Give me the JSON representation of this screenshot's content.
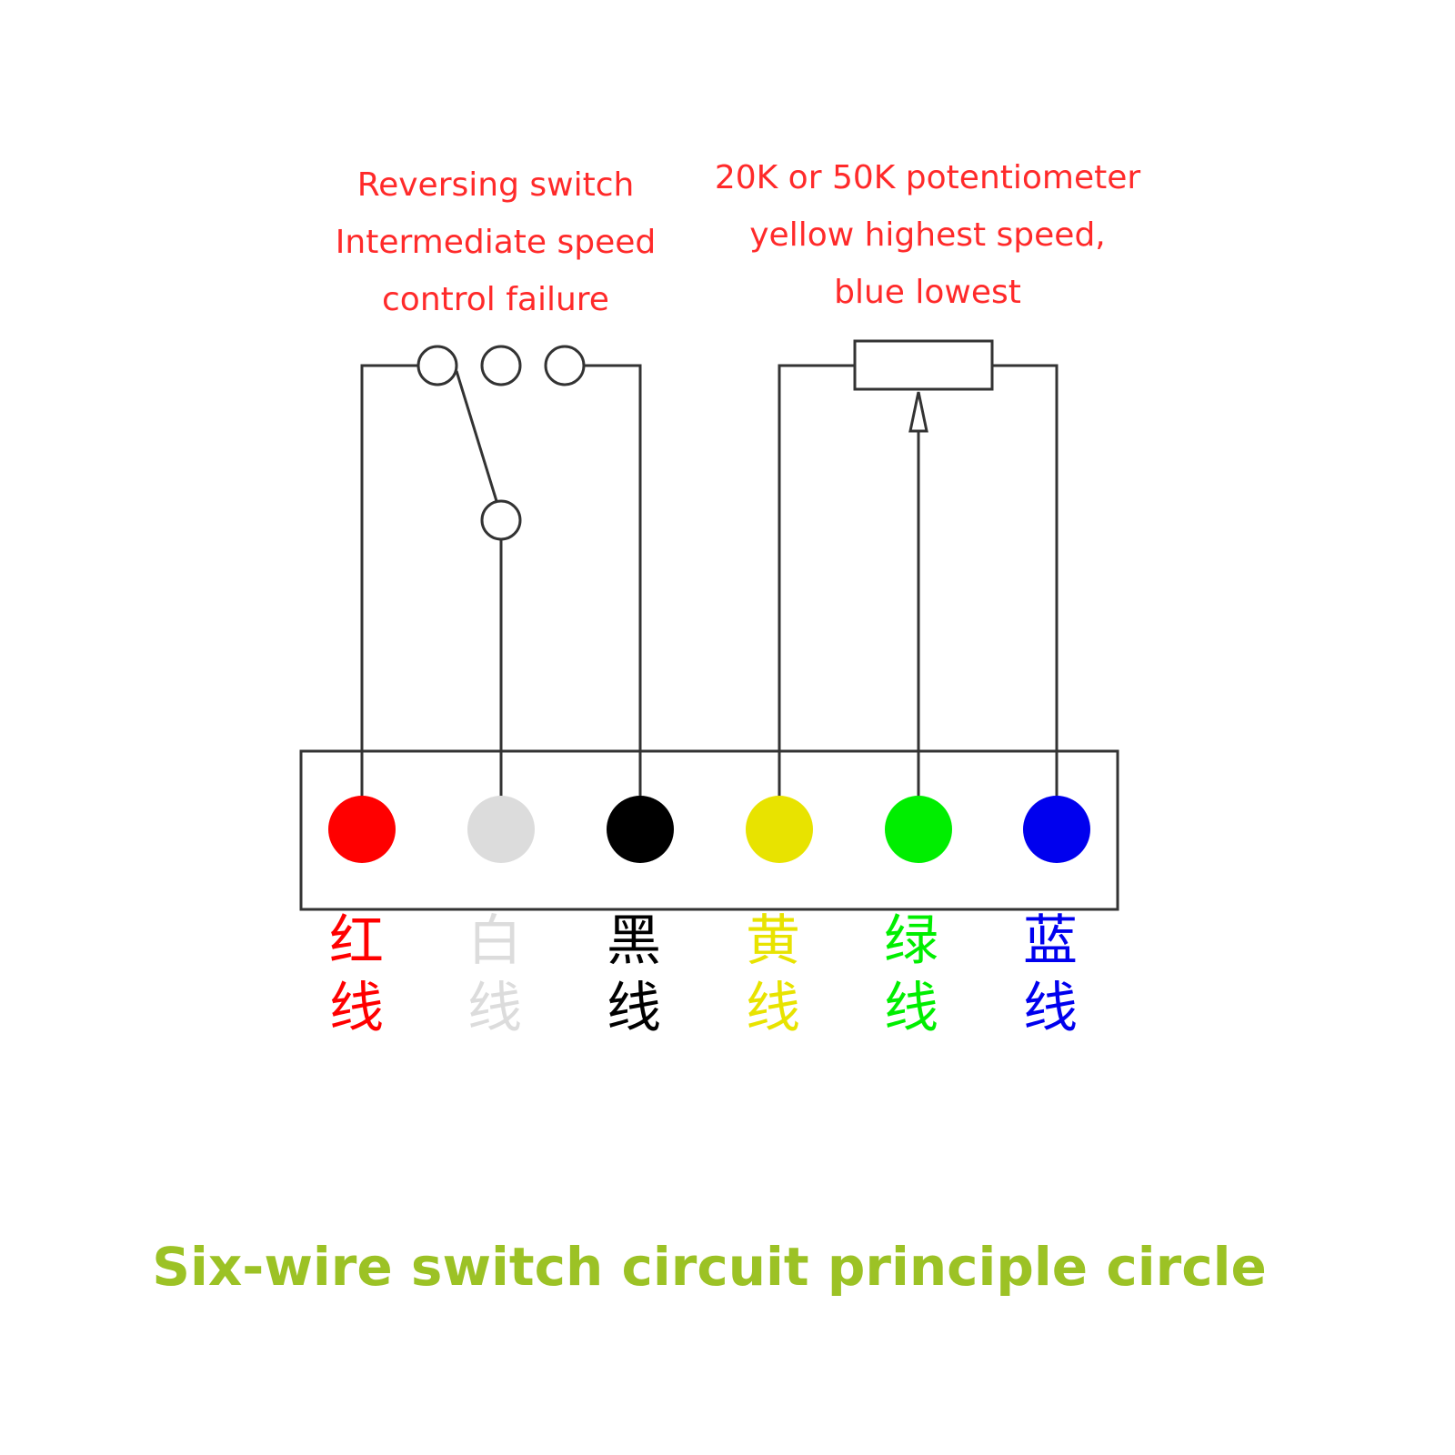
{
  "switch_note": {
    "lines": [
      "Reversing switch",
      "Intermediate speed",
      "control failure"
    ],
    "color": "#ff2a2a"
  },
  "pot_note": {
    "lines": [
      "20K or 50K potentiometer",
      "yellow highest speed,",
      "blue lowest"
    ],
    "color": "#ff2a2a"
  },
  "wires": [
    {
      "id": "red",
      "color": "#ff0000",
      "label_top": "红",
      "label_bottom": "线"
    },
    {
      "id": "white",
      "color": "#dcdcdc",
      "label_top": "白",
      "label_bottom": "线"
    },
    {
      "id": "black",
      "color": "#000000",
      "label_top": "黑",
      "label_bottom": "线"
    },
    {
      "id": "yellow",
      "color": "#e8e300",
      "label_top": "黄",
      "label_bottom": "线"
    },
    {
      "id": "green",
      "color": "#00ee00",
      "label_top": "绿",
      "label_bottom": "线"
    },
    {
      "id": "blue",
      "color": "#0000ee",
      "label_top": "蓝",
      "label_bottom": "线"
    }
  ],
  "caption": {
    "text": "Six-wire switch circuit principle circle",
    "color": "#9cc225"
  },
  "line_color": "#333333"
}
